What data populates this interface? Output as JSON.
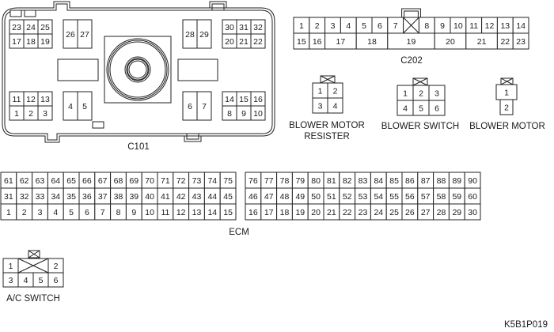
{
  "c101": {
    "label": "C101",
    "groups": {
      "top_left": [
        [
          "23",
          "24",
          "25"
        ],
        [
          "17",
          "18",
          "19"
        ]
      ],
      "top_pair_left": [
        "26",
        "27"
      ],
      "top_pair_right": [
        "28",
        "29"
      ],
      "top_right": [
        [
          "30",
          "31",
          "32"
        ],
        [
          "20",
          "21",
          "22"
        ]
      ],
      "bottom_left": [
        [
          "11",
          "12",
          "13"
        ],
        [
          "1",
          "2",
          "3"
        ]
      ],
      "bottom_pair_left": [
        "4",
        "5"
      ],
      "bottom_pair_right": [
        "6",
        "7"
      ],
      "bottom_right": [
        [
          "14",
          "15",
          "16"
        ],
        [
          "8",
          "9",
          "10"
        ]
      ]
    }
  },
  "c202": {
    "label": "C202",
    "top_row": [
      "1",
      "2",
      "3",
      "4",
      "5",
      "6",
      "7",
      "",
      "8",
      "9",
      "10",
      "11",
      "12",
      "13",
      "14"
    ],
    "bottom_row": [
      {
        "pin": "15",
        "span": 1
      },
      {
        "pin": "16",
        "span": 1
      },
      {
        "pin": "17",
        "span": 2
      },
      {
        "pin": "18",
        "span": 2
      },
      {
        "pin": "19",
        "span": 3
      },
      {
        "pin": "20",
        "span": 2
      },
      {
        "pin": "21",
        "span": 2
      },
      {
        "pin": "22",
        "span": 1
      },
      {
        "pin": "23",
        "span": 1
      }
    ]
  },
  "blower_motor_resister": {
    "label_line1": "BLOWER MOTOR",
    "label_line2": "RESISTER",
    "pins": [
      [
        "1",
        "2"
      ],
      [
        "3",
        "4"
      ]
    ]
  },
  "blower_switch": {
    "label": "BLOWER SWITCH",
    "pins": [
      [
        "1",
        "2",
        "3"
      ],
      [
        "4",
        "5",
        "6"
      ]
    ]
  },
  "blower_motor": {
    "label": "BLOWER MOTOR",
    "pins": [
      "1",
      "2"
    ]
  },
  "ecm": {
    "label": "ECM",
    "left_block": [
      [
        "61",
        "62",
        "63",
        "64",
        "65",
        "66",
        "67",
        "68",
        "69",
        "70",
        "71",
        "72",
        "73",
        "74",
        "75"
      ],
      [
        "31",
        "32",
        "33",
        "34",
        "35",
        "36",
        "37",
        "38",
        "39",
        "40",
        "41",
        "42",
        "43",
        "44",
        "45"
      ],
      [
        "1",
        "2",
        "3",
        "4",
        "5",
        "6",
        "7",
        "8",
        "9",
        "10",
        "11",
        "12",
        "13",
        "14",
        "15"
      ]
    ],
    "right_block": [
      [
        "76",
        "77",
        "78",
        "79",
        "80",
        "81",
        "82",
        "83",
        "84",
        "85",
        "86",
        "87",
        "88",
        "89",
        "90"
      ],
      [
        "46",
        "47",
        "48",
        "49",
        "50",
        "51",
        "52",
        "53",
        "54",
        "55",
        "56",
        "57",
        "58",
        "59",
        "60"
      ],
      [
        "16",
        "17",
        "18",
        "19",
        "20",
        "21",
        "22",
        "23",
        "24",
        "25",
        "26",
        "27",
        "28",
        "29",
        "30"
      ]
    ]
  },
  "ac_switch": {
    "label": "A/C SWITCH",
    "top_row": [
      "1",
      "",
      "2"
    ],
    "bottom_row": [
      "3",
      "4",
      "5",
      "6"
    ]
  },
  "figure_code": "K5B1P019"
}
